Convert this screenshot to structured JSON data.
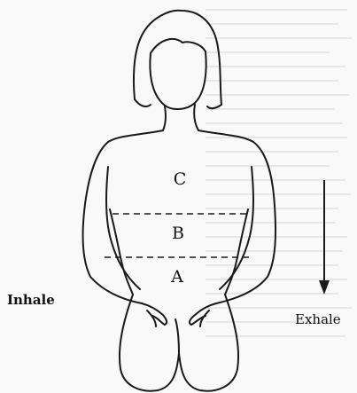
{
  "diagram": {
    "zones": [
      {
        "id": "C",
        "label": "C"
      },
      {
        "id": "B",
        "label": "B"
      },
      {
        "id": "A",
        "label": "A"
      }
    ],
    "inhale_label": "Inhale",
    "exhale_label": "Exhale",
    "arrow_direction": "down"
  }
}
